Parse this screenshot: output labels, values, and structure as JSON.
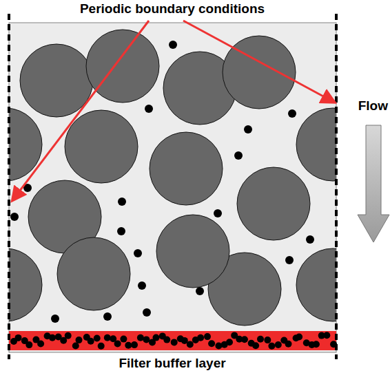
{
  "diagram": {
    "labels": [
      "Periodic boundary conditions",
      "Flow",
      "Filter buffer layer"
    ]
  }
}
